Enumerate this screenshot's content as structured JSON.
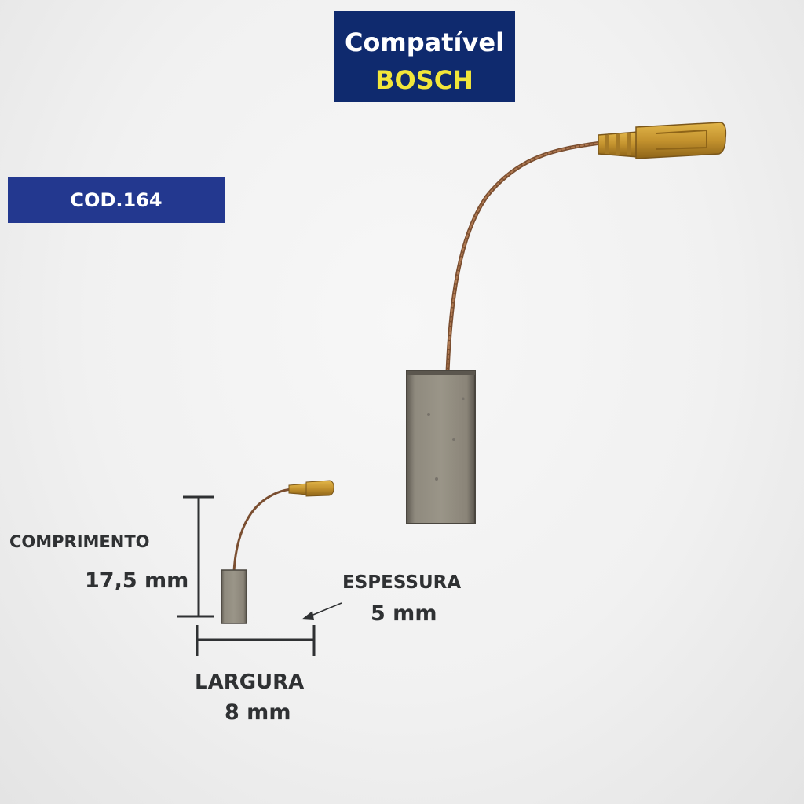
{
  "header": {
    "line1": "Compatível",
    "line2": "BOSCH"
  },
  "code": {
    "label": "COD.164"
  },
  "dimensions": {
    "length_label": "COMPRIMENTO",
    "length_value": "17,5 mm",
    "thickness_label": "ESPESSURA",
    "thickness_value": "5 mm",
    "width_label": "LARGURA",
    "width_value": "8 mm"
  },
  "colors": {
    "header_bg": "#0f2a6e",
    "header_accent": "#f2e63a",
    "code_bg": "#23388f",
    "label_text": "#2f3133",
    "brush_carbon": "#8d877b",
    "wire_copper": "#8a5a3a",
    "terminal_brass": "#c69a38"
  }
}
